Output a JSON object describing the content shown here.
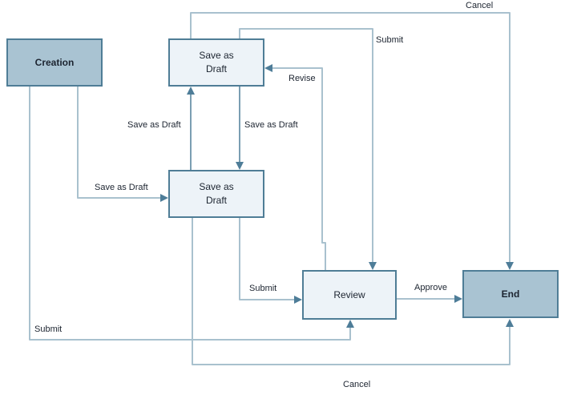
{
  "diagram_type": "workflow-state-diagram",
  "colors": {
    "node_strong_fill": "#a9c3d2",
    "node_light_fill": "#edf3f8",
    "node_border": "#4f7d96",
    "line_light": "#a9c1ce",
    "line_medium": "#7a9eb2",
    "arrow": "#4e7d98",
    "text": "#1c2430"
  },
  "nodes": {
    "creation": {
      "label": "Creation"
    },
    "draft_top": {
      "label": "Save as\nDraft"
    },
    "draft_mid": {
      "label": "Save as\nDraft"
    },
    "review": {
      "label": "Review"
    },
    "end": {
      "label": "End"
    }
  },
  "edges": {
    "cancel_top": {
      "label": "Cancel",
      "from": "draft_top",
      "to": "end"
    },
    "submit_top": {
      "label": "Submit",
      "from": "draft_top",
      "to": "review"
    },
    "revise": {
      "label": "Revise",
      "from": "review",
      "to": "draft_top"
    },
    "save_between_up": {
      "label": "Save as Draft",
      "from": "draft_mid",
      "to": "draft_top"
    },
    "save_between_down": {
      "label": "Save as Draft",
      "from": "draft_top",
      "to": "draft_mid"
    },
    "save_from_creation": {
      "label": "Save as Draft",
      "from": "creation",
      "to": "draft_mid"
    },
    "submit_from_draft_mid": {
      "label": "Submit",
      "from": "draft_mid",
      "to": "review"
    },
    "approve": {
      "label": "Approve",
      "from": "review",
      "to": "end"
    },
    "submit_from_creation": {
      "label": "Submit",
      "from": "creation",
      "to": "review"
    },
    "cancel_bottom": {
      "label": "Cancel",
      "from": "draft_mid",
      "to": "end"
    }
  }
}
